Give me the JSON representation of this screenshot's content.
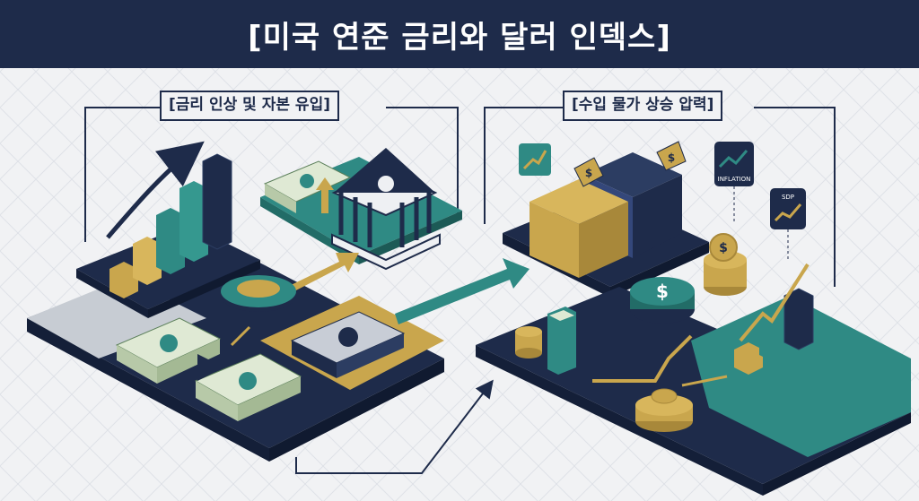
{
  "title": "[미국 연준 금리와 달러 인덱스]",
  "sections": {
    "left": {
      "label": "[금리 인상 및 자본 유입]"
    },
    "right": {
      "label": "[수입 물가 상승 압력]"
    }
  },
  "icons": {
    "inflation_sign": "INFLATION",
    "sdp_sign": "SDP",
    "dollar_symbol": "$"
  },
  "colors": {
    "navy": "#1e2b4a",
    "teal": "#2f8a84",
    "gold": "#c9a64d",
    "cash_green": "#dfe9d4",
    "background": "#f1f2f4"
  }
}
